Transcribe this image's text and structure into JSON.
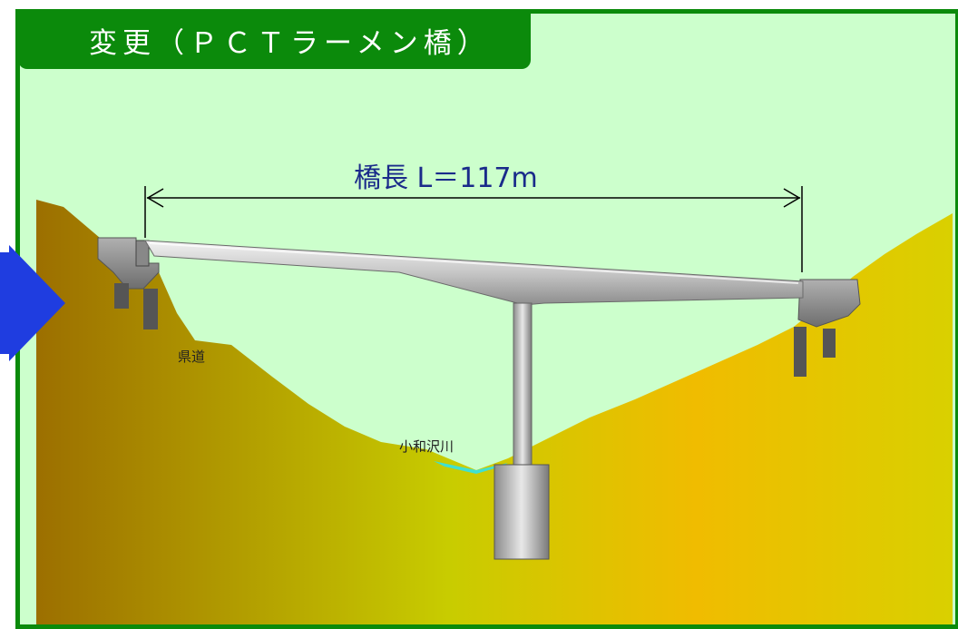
{
  "title": "変更（ＰＣＴラーメン橋）",
  "span_label": "橋長 L＝117m",
  "labels": {
    "road": "県道",
    "river": "小和沢川"
  },
  "colors": {
    "frame": "#0b8a0b",
    "background": "#ccffcc",
    "arrow": "#1f3de0",
    "terrain_left": "#a07800",
    "terrain_mid": "#c9c800",
    "terrain_right": "#d4c000",
    "river": "#40e0d0",
    "span_text": "#1a2a8a"
  },
  "icons": {
    "pointer": "blue-right-arrow-icon"
  }
}
